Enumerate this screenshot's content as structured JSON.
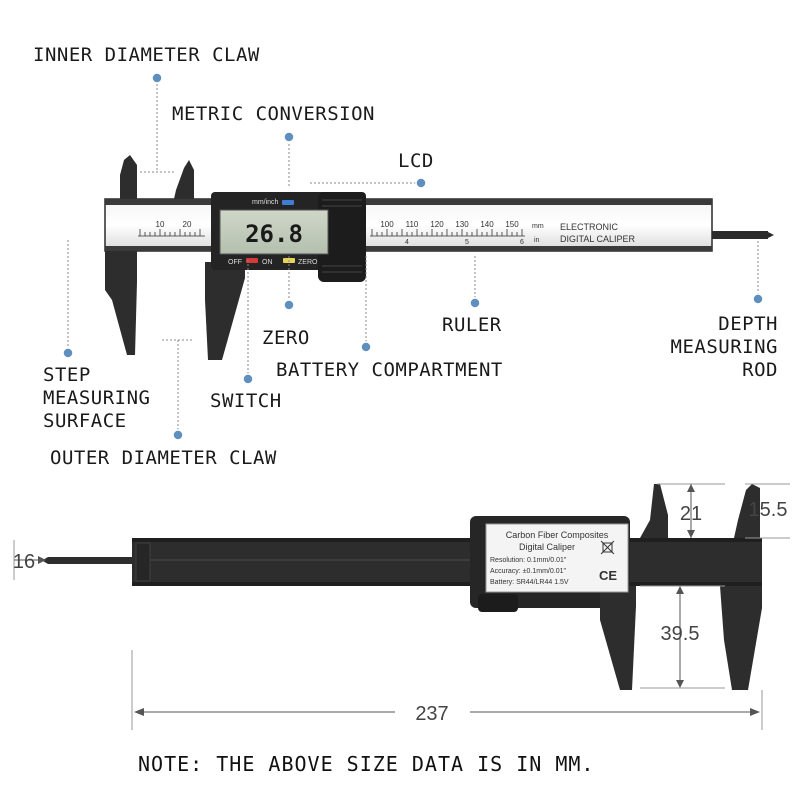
{
  "labels": {
    "inner_claw": "INNER DIAMETER CLAW",
    "metric": "METRIC CONVERSION",
    "lcd": "LCD",
    "zero": "ZERO",
    "ruler": "RULER",
    "depth_rod_1": "DEPTH",
    "depth_rod_2": "MEASURING",
    "depth_rod_3": "ROD",
    "battery": "BATTERY COMPARTMENT",
    "step_1": "STEP",
    "step_2": "MEASURING",
    "step_3": "SURFACE",
    "switch": "SWITCH",
    "outer_claw": "OUTER DIAMETER CLAW"
  },
  "device": {
    "unit_button": "mm/inch",
    "reading": "26.8",
    "off": "OFF",
    "on": "ON",
    "zero": "ZERO",
    "scale_numbers_left": [
      "10",
      "20"
    ],
    "scale_numbers_right": [
      "100",
      "110",
      "120",
      "130",
      "140",
      "150"
    ],
    "unit_mm": "mm",
    "unit_in": "in",
    "inch_marks": [
      "4",
      "5",
      "6"
    ],
    "brand_1": "ELECTRONIC",
    "brand_2": "DIGITAL CALIPER"
  },
  "back_plate": {
    "line1": "Carbon Fiber Composites",
    "line2": "Digital Caliper",
    "line3": "Resolution: 0.1mm/0.01\"",
    "line4": "Accuracy: ±0.1mm/0.01\"",
    "line5": "Battery: SR44/LR44 1.5V",
    "ce": "CE"
  },
  "dimensions": {
    "depth_rod": "16",
    "inner_jaw": "21",
    "inner_top": "15.5",
    "outer_jaw": "39.5",
    "length": "237"
  },
  "note": "NOTE: THE ABOVE SIZE DATA IS IN MM."
}
